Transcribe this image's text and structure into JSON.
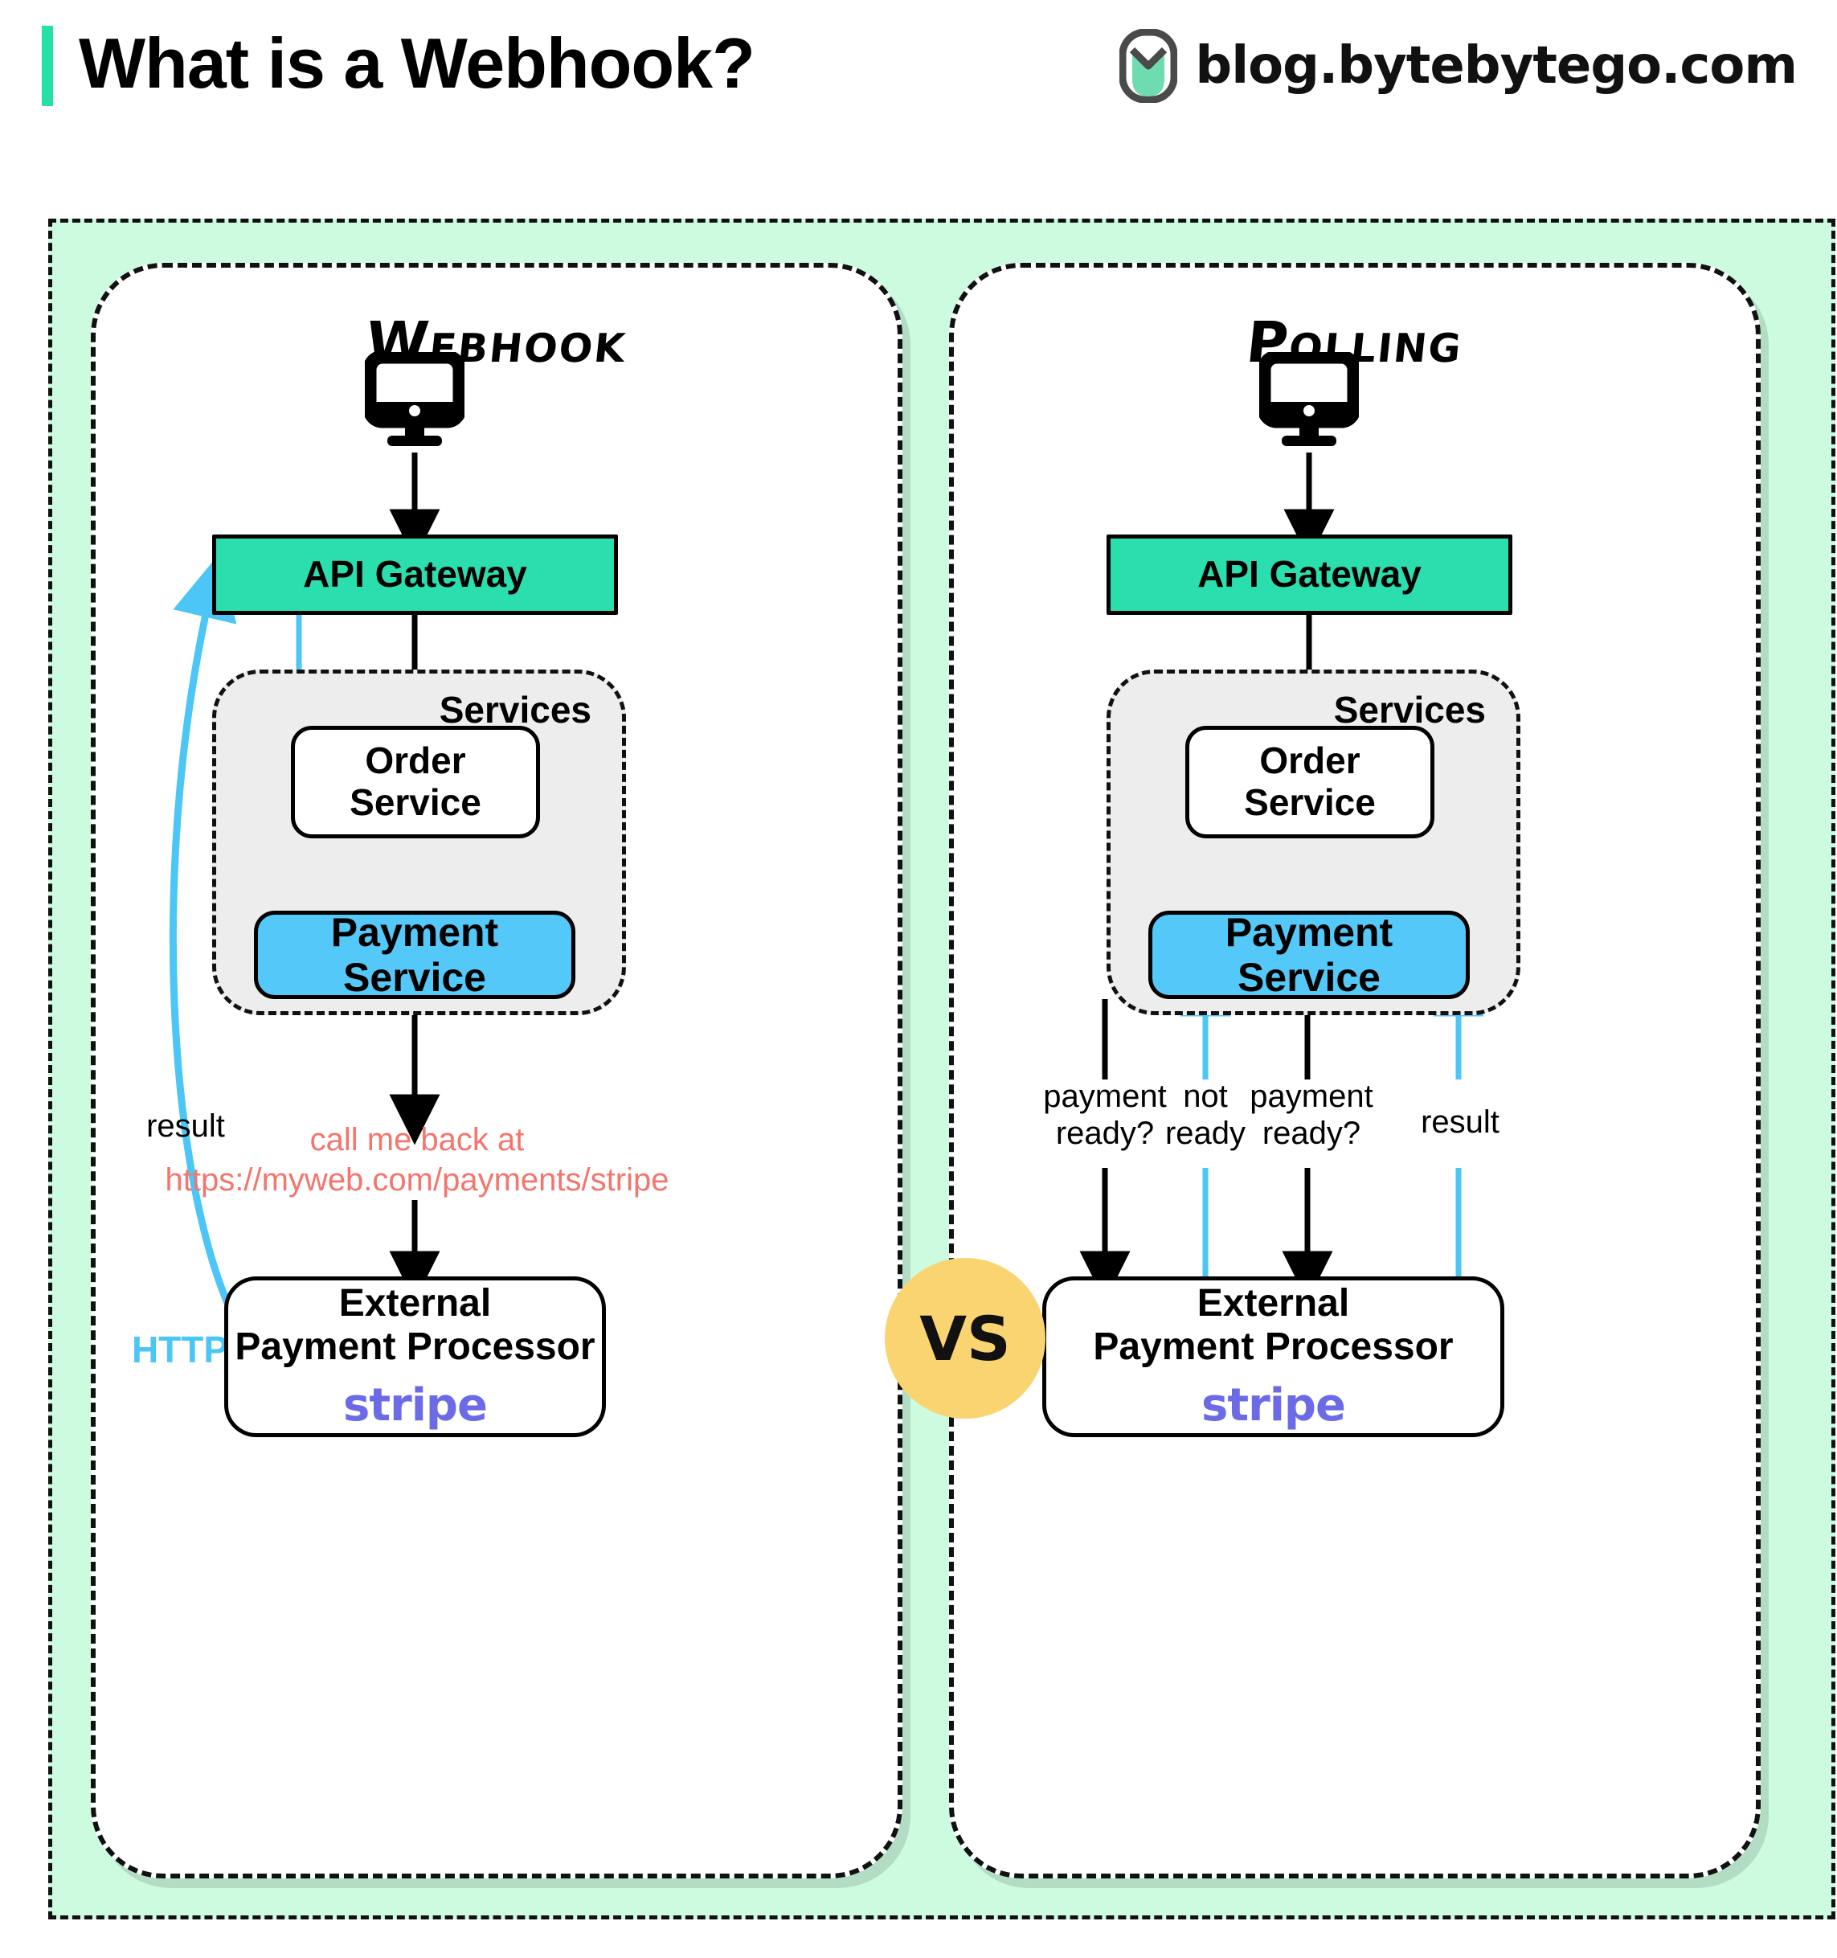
{
  "header": {
    "title": "What is a Webhook?",
    "brand": "blog.bytebytego.com",
    "logo_icon": "bytebytego-logo-icon",
    "accent_color": "#27E0A8"
  },
  "comparison": {
    "vs_label": "VS",
    "vs_color": "#FBD472"
  },
  "panels": [
    {
      "id": "webhook",
      "title": "Webhook",
      "client_icon": "monitor-icon",
      "api_gateway": {
        "label": "API Gateway",
        "color": "#2BDEAE"
      },
      "services": {
        "label": "Services",
        "color": "#EDEDED",
        "nodes": [
          {
            "label": "Order\nService",
            "line1": "Order",
            "line2": "Service",
            "color": "#FFFFFF"
          },
          {
            "label": "Payment Service",
            "color": "#54C8F8"
          }
        ]
      },
      "external": {
        "line1": "External",
        "line2": "Payment Processor",
        "logo_text": "stripe",
        "logo_color": "#6B6BE8"
      },
      "annotations": [
        {
          "name": "callback-note-line1",
          "text": "call me back at",
          "color": "#F4756C"
        },
        {
          "name": "callback-note-line2",
          "text": "https://myweb.com/payments/stripe",
          "color": "#F4756C"
        },
        {
          "name": "result-label",
          "text": "result",
          "color": "#000000"
        },
        {
          "name": "http-label",
          "text": "HTTP",
          "color": "#4BC6F6"
        }
      ],
      "clock_icon": "alarm-clock-icon",
      "clock_color": "#0F7FE0"
    },
    {
      "id": "polling",
      "title": "Polling",
      "client_icon": "monitor-icon",
      "api_gateway": {
        "label": "API Gateway",
        "color": "#2BDEAE"
      },
      "services": {
        "label": "Services",
        "color": "#EDEDED",
        "nodes": [
          {
            "label": "Order\nService",
            "line1": "Order",
            "line2": "Service",
            "color": "#FFFFFF"
          },
          {
            "label": "Payment Service",
            "color": "#54C8F8"
          }
        ]
      },
      "external": {
        "line1": "External",
        "line2": "Payment Processor",
        "logo_text": "stripe",
        "logo_color": "#6B6BE8"
      },
      "annotations": [
        {
          "name": "poll-1",
          "line1": "payment",
          "line2": "ready?",
          "direction": "down",
          "color": "#000000"
        },
        {
          "name": "poll-response-1",
          "line1": "not",
          "line2": "ready",
          "direction": "up",
          "color": "#4BC6F6"
        },
        {
          "name": "poll-2",
          "line1": "payment",
          "line2": "ready?",
          "direction": "down",
          "color": "#000000"
        },
        {
          "name": "poll-result",
          "line1": "result",
          "line2": "",
          "direction": "up",
          "color": "#4BC6F6"
        }
      ]
    }
  ],
  "palette": {
    "mint_background": "#CDFBE0",
    "teal": "#2BDEAE",
    "sky_blue": "#54C8F8",
    "arrow_blue": "#4BC6F6",
    "red_note": "#F4756C",
    "gray_services": "#EDEDED"
  }
}
